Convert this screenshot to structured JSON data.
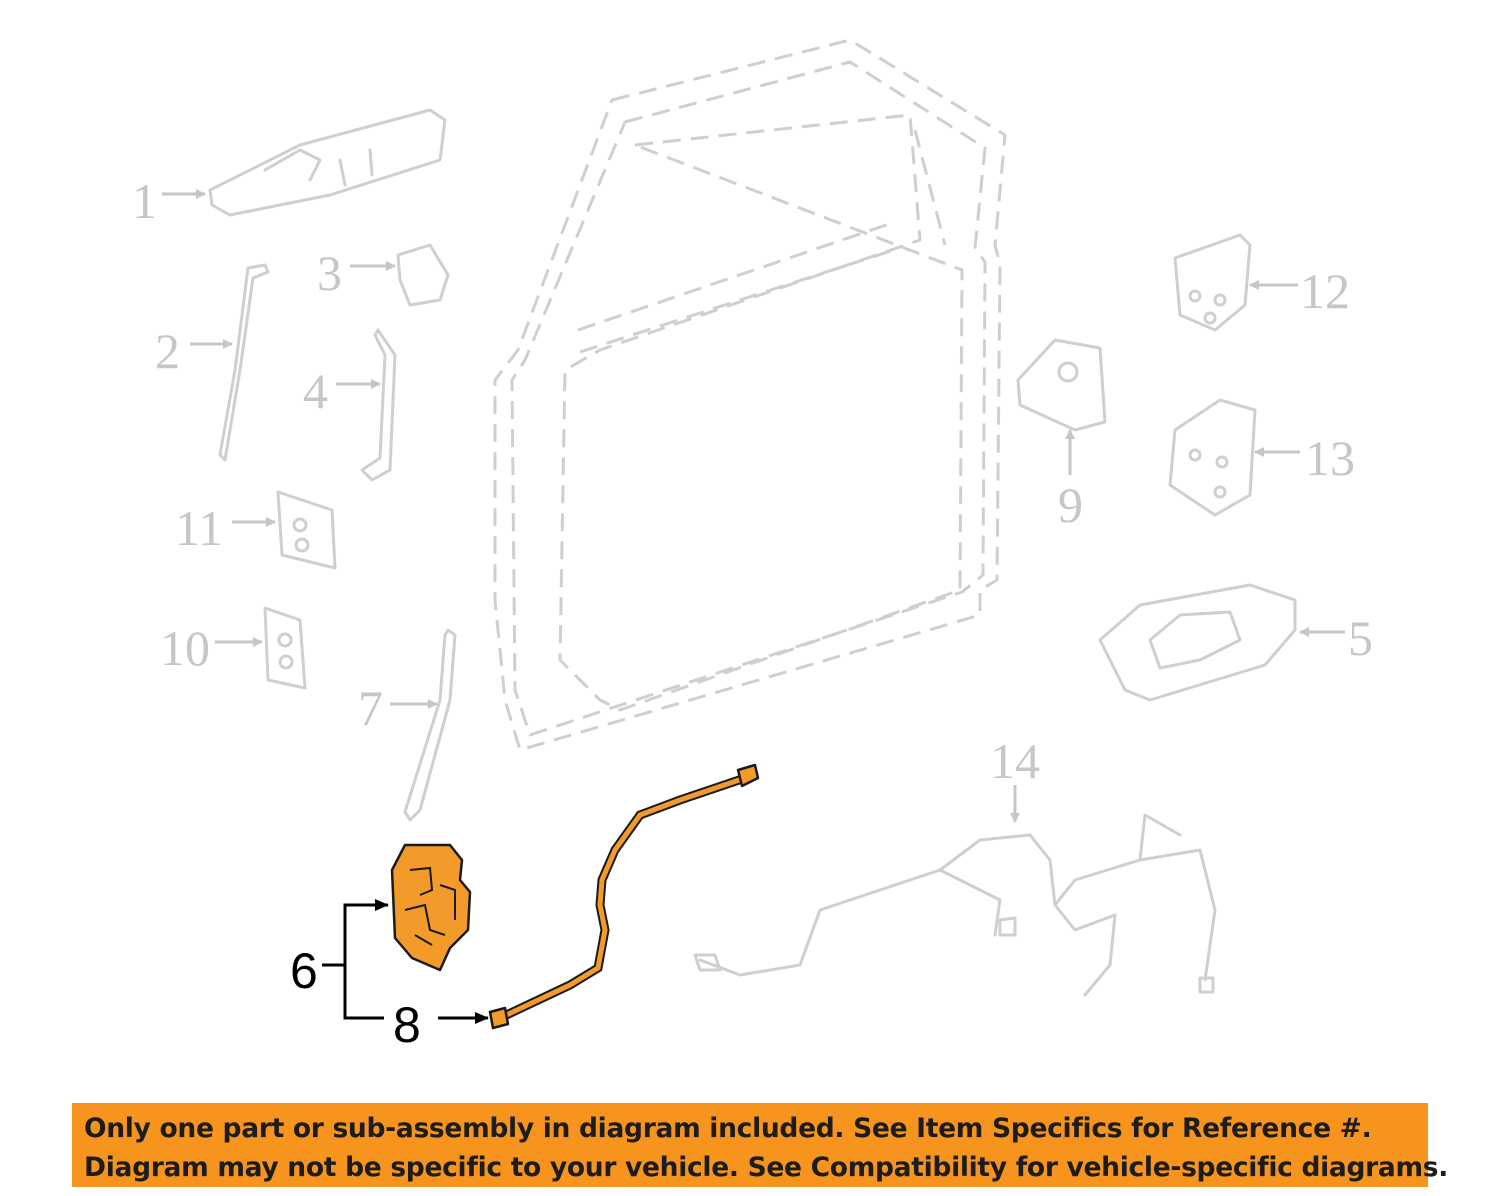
{
  "callouts": {
    "c1": "1",
    "c2": "2",
    "c3": "3",
    "c4": "4",
    "c5": "5",
    "c6": "6",
    "c7": "7",
    "c8": "8",
    "c9": "9",
    "c10": "10",
    "c11": "11",
    "c12": "12",
    "c13": "13",
    "c14": "14"
  },
  "highlighted_parts": [
    "6",
    "8"
  ],
  "colors": {
    "highlight": "#f39a2b",
    "banner": "#f7941d",
    "ghost": "#cfcfcf"
  },
  "disclaimer": {
    "line1": "Only one part or sub-assembly in diagram included. See Item Specifics for Reference #.",
    "line2": "Diagram may not be specific to your vehicle. See Compatibility for vehicle-specific diagrams."
  }
}
